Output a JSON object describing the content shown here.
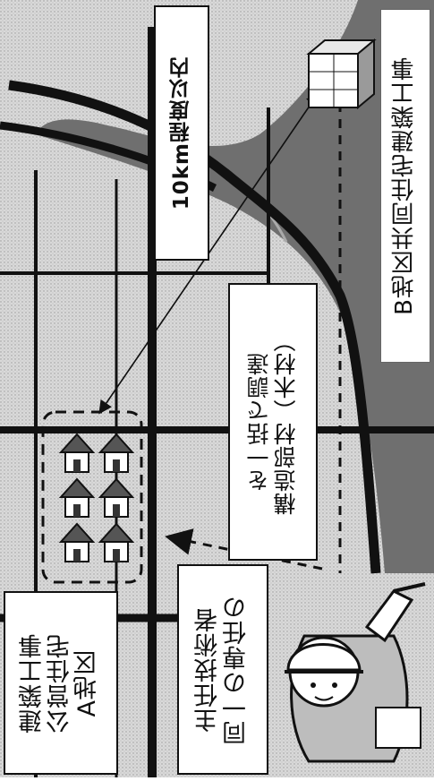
{
  "labels": {
    "distance": "10km程度以内",
    "site_b": "B地区共同住宅建築工事",
    "procurement_line1": "構造部材（木材）",
    "procurement_line2": "を一括で調達",
    "site_a_line1": "A地区",
    "site_a_line2": "公営住宅",
    "site_a_line3": "建築工事",
    "engineer_line1": "同一の専任の",
    "engineer_line2": "主任技術者"
  },
  "colors": {
    "background": "#ffffff",
    "river": "#6a6a6a",
    "road": "#111111",
    "grey_area": "#cfcfcf"
  },
  "icons": [
    "house-icon",
    "building-icon",
    "engineer-figure-icon"
  ]
}
